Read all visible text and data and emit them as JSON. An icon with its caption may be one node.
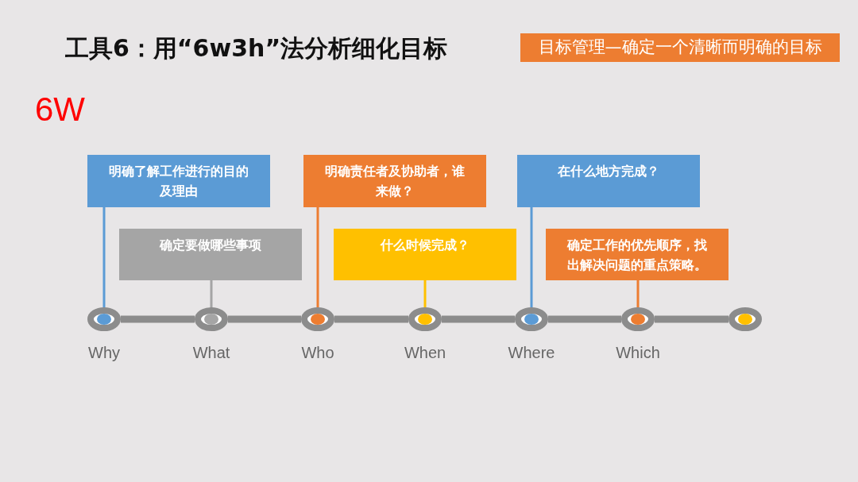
{
  "diagram": {
    "title": "工具6：用“6w3h”法分析细化目标",
    "nodes": [
      {
        "text": [
          "目标管理—确定一个清晰而明确的目标"
        ]
      },
      {
        "text": [
          "明确了解工作进行的目的及理由"
        ]
      },
      {
        "text": [
          "确定要做哪些事项"
        ]
      },
      {
        "text": [
          "明确责任者及协助者，谁来做？"
        ]
      },
      {
        "text": [
          "什么时候完成？"
        ]
      },
      {
        "text": [
          "在什么地方完成？"
        ]
      },
      {
        "text": [
          "确定工作的优先顺序，找出解决问题的重点策略。"
        ]
      },
      {
        "text": [],
        "shape": "circle",
        "beside": [
          "Why"
        ]
      },
      {
        "text": [],
        "shape": "circle",
        "beside": [
          "What"
        ]
      },
      {
        "text": [],
        "shape": "circle",
        "beside": [
          "Who"
        ]
      },
      {
        "text": [],
        "shape": "circle",
        "beside": [
          "When"
        ]
      },
      {
        "text": [],
        "shape": "circle",
        "beside": [
          "Where"
        ]
      },
      {
        "text": [],
        "shape": "circle",
        "beside": [
          "Which"
        ]
      },
      {
        "text": [],
        "shape": "circle"
      }
    ],
    "edges": [
      {
        "from": 1,
        "to": 7,
        "arrow": "none",
        "color": "#5b9bd5"
      },
      {
        "from": 2,
        "to": 8,
        "arrow": "none",
        "color": "#a5a5a5"
      },
      {
        "from": 3,
        "to": 9,
        "arrow": "none",
        "color": "#ed7d31"
      },
      {
        "from": 4,
        "to": 10,
        "arrow": "none",
        "color": "#ffc000"
      },
      {
        "from": 5,
        "to": 11,
        "arrow": "none",
        "color": "#5b9bd5"
      },
      {
        "from": 6,
        "to": 12,
        "arrow": "none",
        "color": "#ed7d31"
      },
      {
        "from": 7,
        "to": 8,
        "arrow": "none",
        "style": "thick",
        "color": "#8c8c8c"
      },
      {
        "from": 8,
        "to": 9,
        "arrow": "none",
        "style": "thick",
        "color": "#8c8c8c"
      },
      {
        "from": 9,
        "to": 10,
        "arrow": "none",
        "style": "thick",
        "color": "#8c8c8c"
      },
      {
        "from": 10,
        "to": 11,
        "arrow": "none",
        "style": "thick",
        "color": "#8c8c8c"
      },
      {
        "from": 11,
        "to": 12,
        "arrow": "none",
        "style": "thick",
        "color": "#8c8c8c"
      },
      {
        "from": 12,
        "to": 13,
        "arrow": "none",
        "style": "thick",
        "color": "#8c8c8c"
      }
    ],
    "labels": [
      "6W"
    ]
  }
}
